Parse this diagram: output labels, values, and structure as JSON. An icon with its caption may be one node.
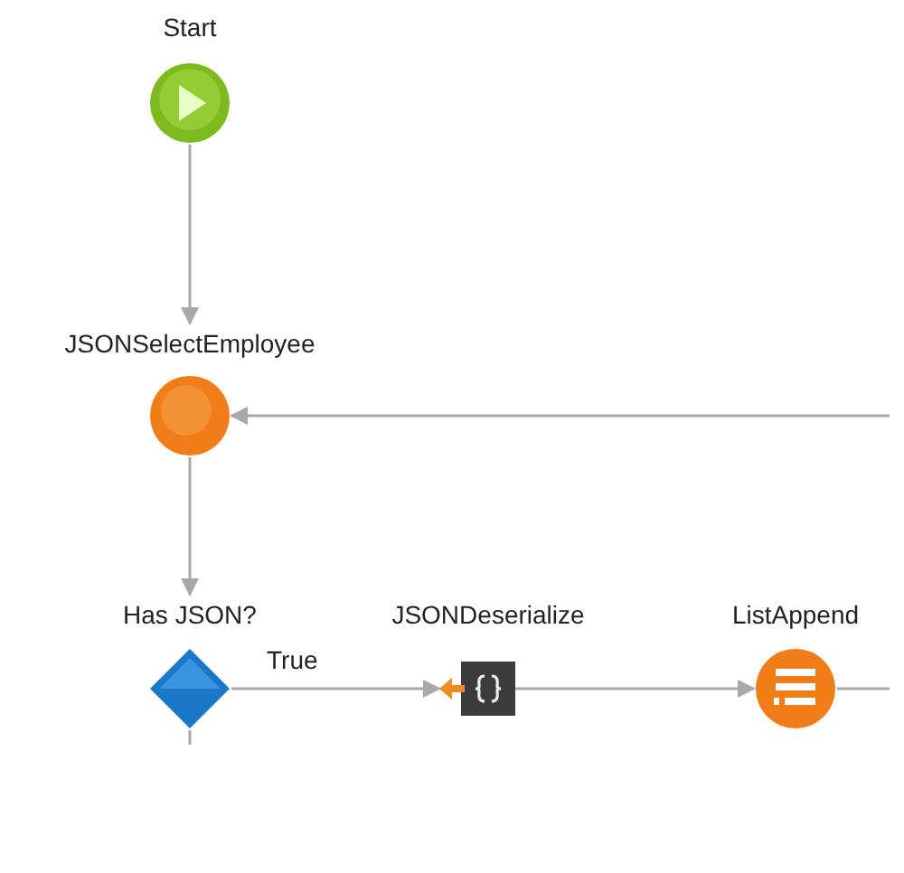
{
  "diagram": {
    "nodes": [
      {
        "text": [
          "Start"
        ]
      },
      {
        "text": [
          "JSONSelectEmployee"
        ]
      },
      {
        "text": [
          "Has JSON?"
        ]
      },
      {
        "text": [
          "JSONDeserialize"
        ]
      },
      {
        "text": [
          "ListAppend"
        ]
      }
    ],
    "edges": [
      {
        "from": 0,
        "to": 1,
        "arrow": "to"
      },
      {
        "from": null,
        "to": 1,
        "arrow": "to"
      },
      {
        "from": 1,
        "to": 2,
        "arrow": "to"
      },
      {
        "from": 2,
        "to": 3,
        "label": "True",
        "arrow": "to"
      },
      {
        "from": 3,
        "to": 4,
        "arrow": "to"
      },
      {
        "from": 4,
        "to": null,
        "arrow": "none"
      },
      {
        "from": 2,
        "to": null,
        "arrow": "none"
      }
    ]
  }
}
